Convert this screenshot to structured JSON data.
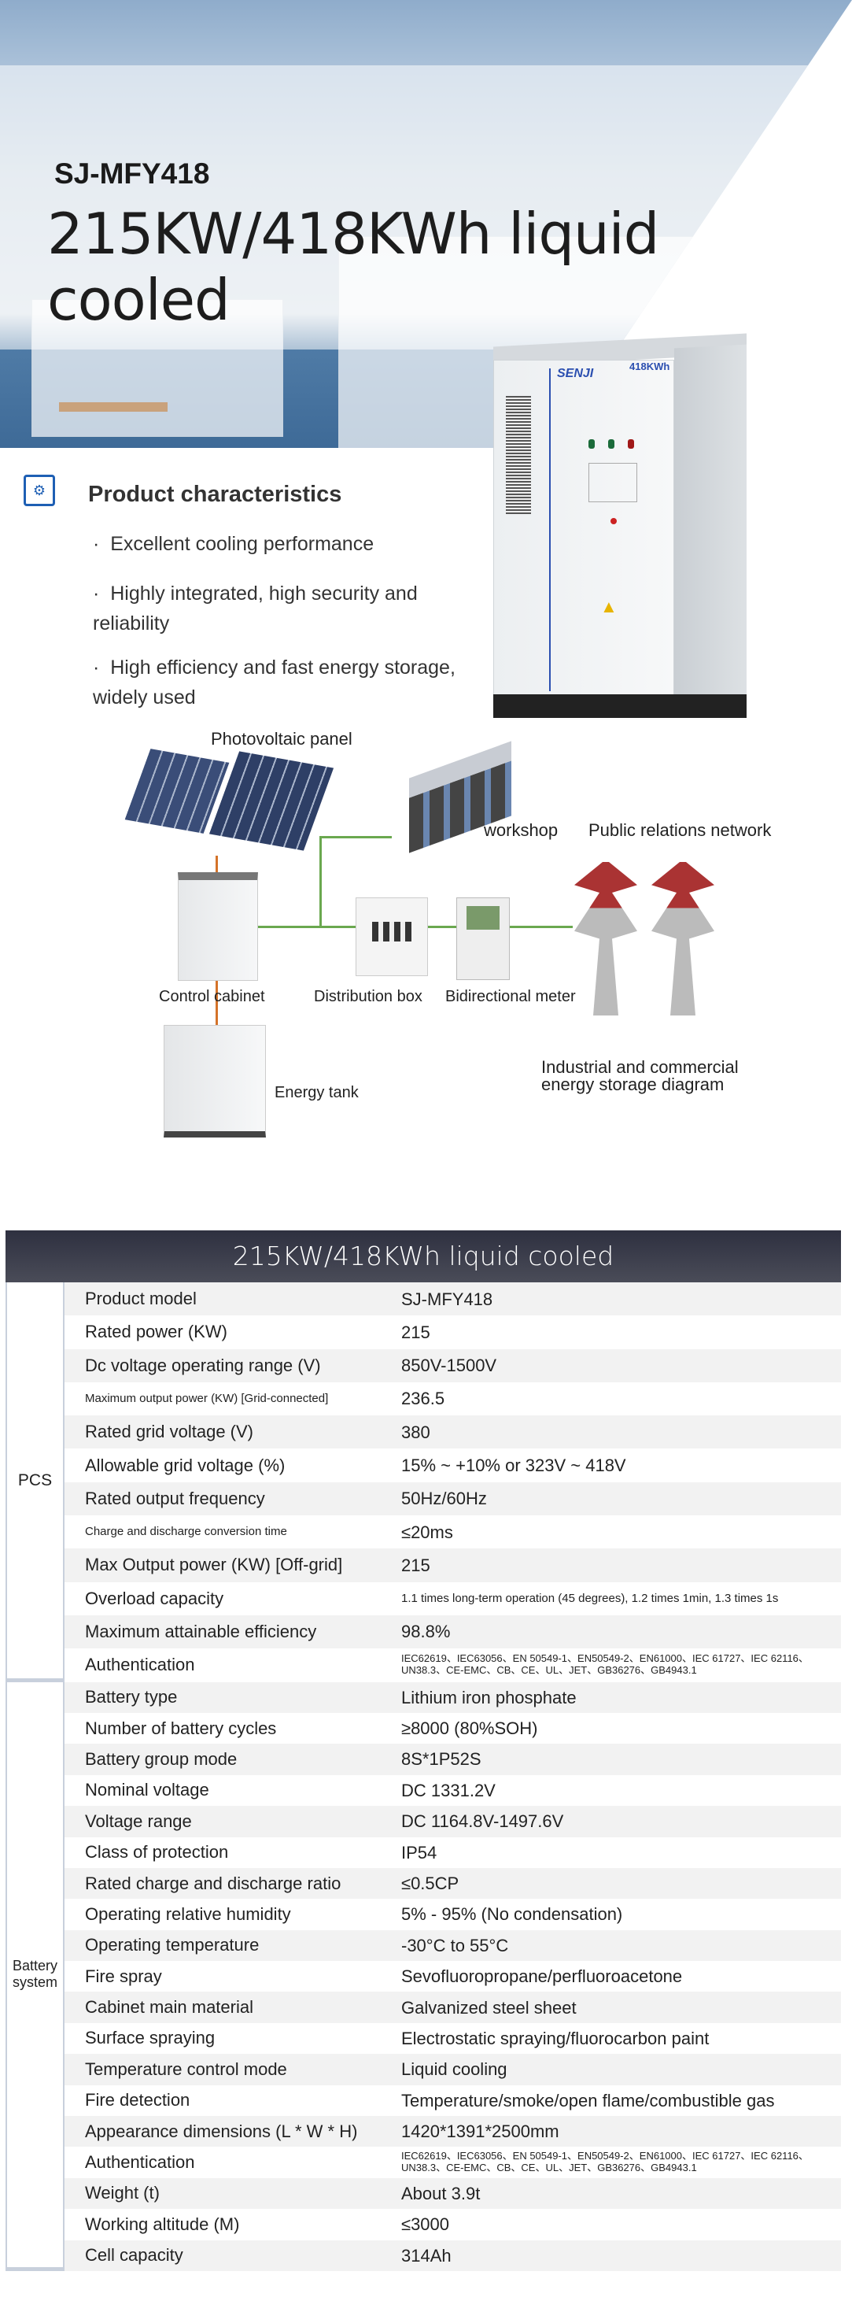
{
  "hero": {
    "model": "SJ-MFY418",
    "title": "215KW/418KWh liquid cooled",
    "cabinet_brand": "SENJI",
    "cabinet_capacity": "418KWh"
  },
  "characteristics": {
    "heading": "Product characteristics",
    "bullets": [
      "Excellent cooling performance",
      "Highly integrated, high security and reliability",
      "High efficiency and fast energy storage, widely used"
    ]
  },
  "diagram": {
    "pv": "Photovoltaic panel",
    "workshop": "workshop",
    "network": "Public relations network",
    "control": "Control cabinet",
    "distribution": "Distribution box",
    "meter": "Bidirectional meter",
    "tank": "Energy tank",
    "caption": "Industrial and commercial energy storage diagram"
  },
  "table": {
    "title": "215KW/418KWh liquid cooled",
    "pcs": {
      "category": "PCS",
      "rows": [
        {
          "k": "Product model",
          "v": "SJ-MFY418"
        },
        {
          "k": "Rated power (KW)",
          "v": "215"
        },
        {
          "k": "Dc voltage operating range (V)",
          "v": "850V-1500V"
        },
        {
          "k": "Maximum output power (KW) [Grid-connected]",
          "v": "236.5"
        },
        {
          "k": "Rated grid voltage (V)",
          "v": "380"
        },
        {
          "k": "Allowable grid voltage (%)",
          "v": "15% ~ +10% or 323V ~ 418V"
        },
        {
          "k": "Rated output frequency",
          "v": "50Hz/60Hz"
        },
        {
          "k": "Charge and discharge conversion time",
          "v": "≤20ms"
        },
        {
          "k": "Max Output power (KW) [Off-grid]",
          "v": "215"
        },
        {
          "k": "Overload capacity",
          "v": "1.1 times long-term operation (45 degrees), 1.2 times 1min, 1.3 times 1s"
        },
        {
          "k": "Maximum attainable efficiency",
          "v": "98.8%"
        },
        {
          "k": "Authentication",
          "v": "IEC62619、IEC63056、EN 50549-1、EN50549-2、EN61000、IEC 61727、IEC 62116、UN38.3、CE-EMC、CB、CE、UL、JET、GB36276、GB4943.1"
        }
      ]
    },
    "battery": {
      "category": "Battery system",
      "rows": [
        {
          "k": "Battery type",
          "v": "Lithium iron phosphate"
        },
        {
          "k": "Number of battery cycles",
          "v": "≥8000 (80%SOH)"
        },
        {
          "k": "Battery group mode",
          "v": "8S*1P52S"
        },
        {
          "k": "Nominal voltage",
          "v": "DC 1331.2V"
        },
        {
          "k": "Voltage range",
          "v": "DC 1164.8V-1497.6V"
        },
        {
          "k": "Class of protection",
          "v": "IP54"
        },
        {
          "k": "Rated charge and discharge ratio",
          "v": "≤0.5CP"
        },
        {
          "k": "Operating relative humidity",
          "v": "5% - 95% (No condensation)"
        },
        {
          "k": "Operating temperature",
          "v": "-30°C to 55°C"
        },
        {
          "k": "Fire spray",
          "v": "Sevofluoropropane/perfluoroacetone"
        },
        {
          "k": "Cabinet main material",
          "v": "Galvanized steel sheet"
        },
        {
          "k": "Surface spraying",
          "v": "Electrostatic spraying/fluorocarbon paint"
        },
        {
          "k": "Temperature control mode",
          "v": "Liquid cooling"
        },
        {
          "k": "Fire detection",
          "v": "Temperature/smoke/open flame/combustible gas"
        },
        {
          "k": "Appearance dimensions (L * W * H)",
          "v": "1420*1391*2500mm"
        },
        {
          "k": "Authentication",
          "v": "IEC62619、IEC63056、EN 50549-1、EN50549-2、EN61000、IEC 61727、IEC 62116、UN38.3、CE-EMC、CB、CE、UL、JET、GB36276、GB4943.1"
        },
        {
          "k": "Weight (t)",
          "v": "About 3.9t"
        },
        {
          "k": "Working altitude (M)",
          "v": "≤3000"
        },
        {
          "k": "Cell capacity",
          "v": "314Ah"
        }
      ]
    }
  }
}
